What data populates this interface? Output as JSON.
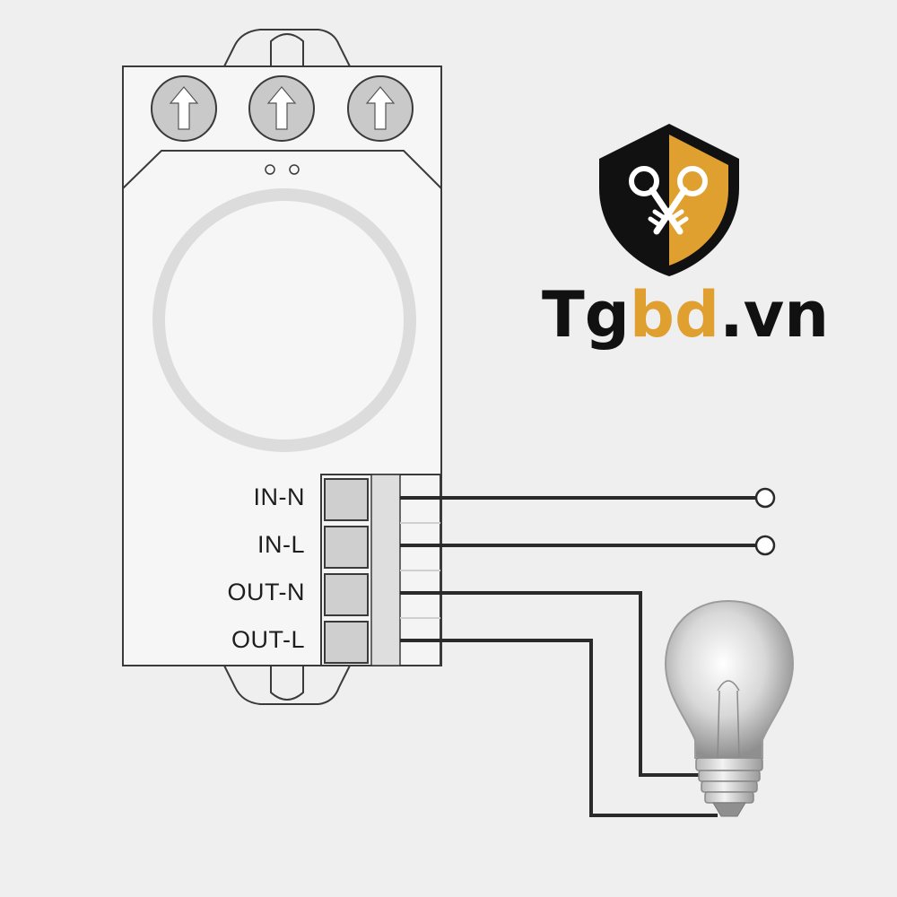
{
  "terminals": [
    {
      "label": "IN-N"
    },
    {
      "label": "IN-L"
    },
    {
      "label": "OUT-N"
    },
    {
      "label": "OUT-L"
    }
  ],
  "brand": {
    "part1": "Tg",
    "part2": "bd",
    "part3": ".vn",
    "dark_color": "#111111",
    "accent_color": "#e0a030"
  },
  "icons": [
    "screw-icon",
    "shield-logo-icon",
    "keys-icon",
    "light-bulb-icon"
  ]
}
